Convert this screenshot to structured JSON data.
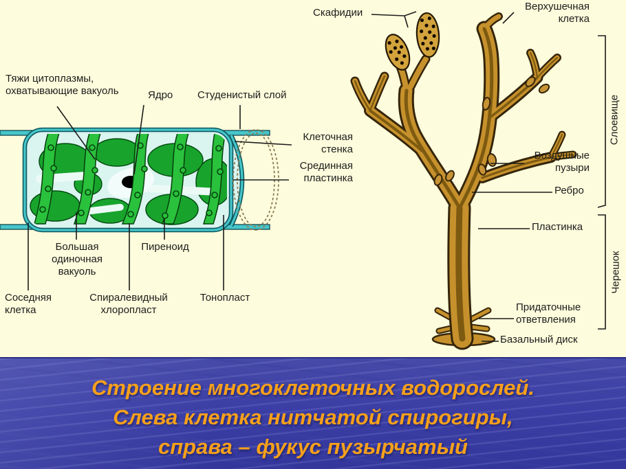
{
  "caption": {
    "line1": "Строение многоклеточных водорослей.",
    "line2": "Слева клетка нитчатой спирогиры,",
    "line3": "справа – фукус пузырчатый"
  },
  "left_diagram": {
    "labels": {
      "cytoplasm_strands": "Тяжи цитоплазмы,\nохватывающие вакуоль",
      "nucleus": "Ядро",
      "gelatinous_layer": "Студенистый слой",
      "cell_wall": "Клеточная\nстенка",
      "middle_lamella": "Срединная\nпластинка",
      "large_vacuole": "Большая\nодиночная\nвакуоль",
      "pyrenoid": "Пиреноид",
      "neighbor_cell": "Соседняя\nклетка",
      "spiral_chloroplast": "Спиралевидный\nхлоропласт",
      "tonoplast": "Тонопласт"
    }
  },
  "right_diagram": {
    "labels": {
      "scaphidia": "Скафидии",
      "apical_cell": "Верхушечная\nклетка",
      "air_bladders": "Воздушные\nпузыри",
      "rib": "Ребро",
      "lamina": "Пластинка",
      "thallus": "Слоевище",
      "stipe": "Черешок",
      "adventitious_branches": "Придаточные\nответвления",
      "basal_disc": "Базальный диск"
    }
  },
  "colors": {
    "background": "#FDFCDC",
    "band_blue": "#3B3EA3",
    "caption_orange": "#F7A01B",
    "cell_wall_teal": "#46C6CB",
    "cell_interior": "#DAF4F0",
    "chloroplast_green": "#2AC13C",
    "fucus_body": "#C6912C",
    "fucus_midrib": "#7D5A10"
  }
}
